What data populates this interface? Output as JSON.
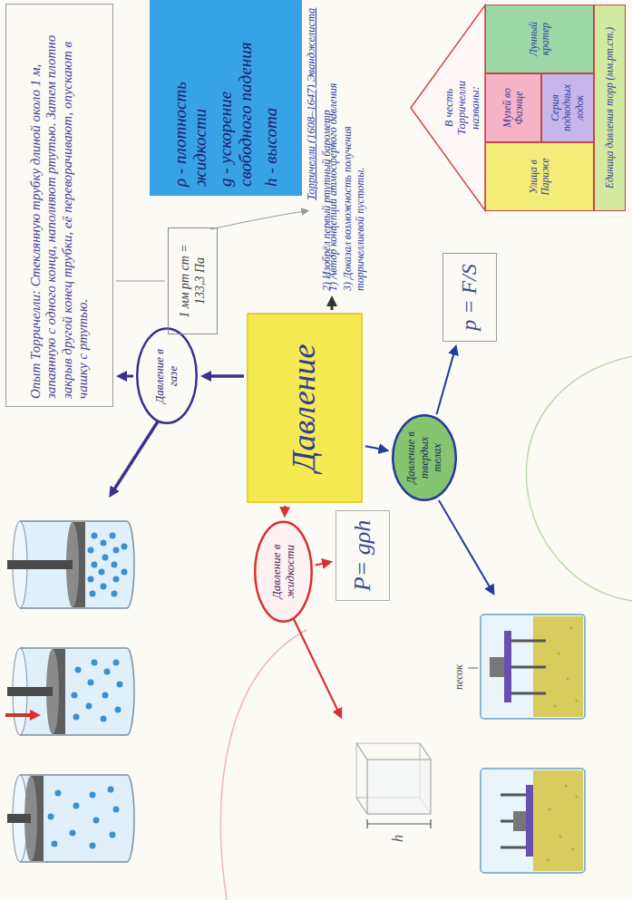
{
  "diagram": {
    "nodes": [
      {
        "text": [
          "Давление"
        ]
      },
      {
        "text": [
          "Давление в газе"
        ]
      },
      {
        "text": [
          "Давление в жидкости"
        ]
      },
      {
        "text": [
          "Давление в твердых телах"
        ]
      },
      {
        "text": [
          "Опыт Торричелли: Стеклянную трубку длиной около 1 м, запаянную с одного конца, наполняют ртутью. Затем плотно закрыв другой конец трубки, её переворачивают, опускают в чашку с ртутью."
        ]
      },
      {
        "text": [
          "1 мм рт ст = 133,3 Па"
        ]
      },
      {
        "text": [
          "ρ - плотность жидкости",
          "g - ускорение свободного падения",
          "h - высота"
        ]
      },
      {
        "text": [
          "P= gρh"
        ]
      },
      {
        "text": [
          "p = F/S"
        ]
      },
      {
        "text": [
          "В честь Торричелли названы:"
        ]
      },
      {
        "text": [
          "Улица в Париже"
        ],
        "in": 9
      },
      {
        "text": [
          "Музей во Фаэнце"
        ],
        "in": 9
      },
      {
        "text": [
          "Серия подводных лодок"
        ],
        "in": 9
      },
      {
        "text": [
          "Лунный кратер"
        ],
        "in": 9
      },
      {
        "text": [
          "Единица давления торр (мм.рт.ст.)"
        ],
        "in": 9
      }
    ],
    "edges": [
      {
        "from": 0,
        "to": 1,
        "arrow": "to"
      },
      {
        "from": 0,
        "to": 2,
        "arrow": "to"
      },
      {
        "from": 0,
        "to": 3,
        "arrow": "to"
      },
      {
        "from": 1,
        "to": 4,
        "arrow": "to"
      },
      {
        "from": 5,
        "to": 4,
        "arrow": "none"
      },
      {
        "from": 2,
        "to": 7,
        "arrow": "to"
      },
      {
        "from": 3,
        "to": 8,
        "arrow": "to"
      }
    ],
    "labels": [
      "Торричелли (1608–1647) Эванджелиста",
      "1) Автор концепции атмосферного давления",
      "2) Изобрёл первый ртутный барометр",
      "3) Доказал возможность получения торричеллиевой пустоты.",
      "h",
      "песок"
    ]
  }
}
